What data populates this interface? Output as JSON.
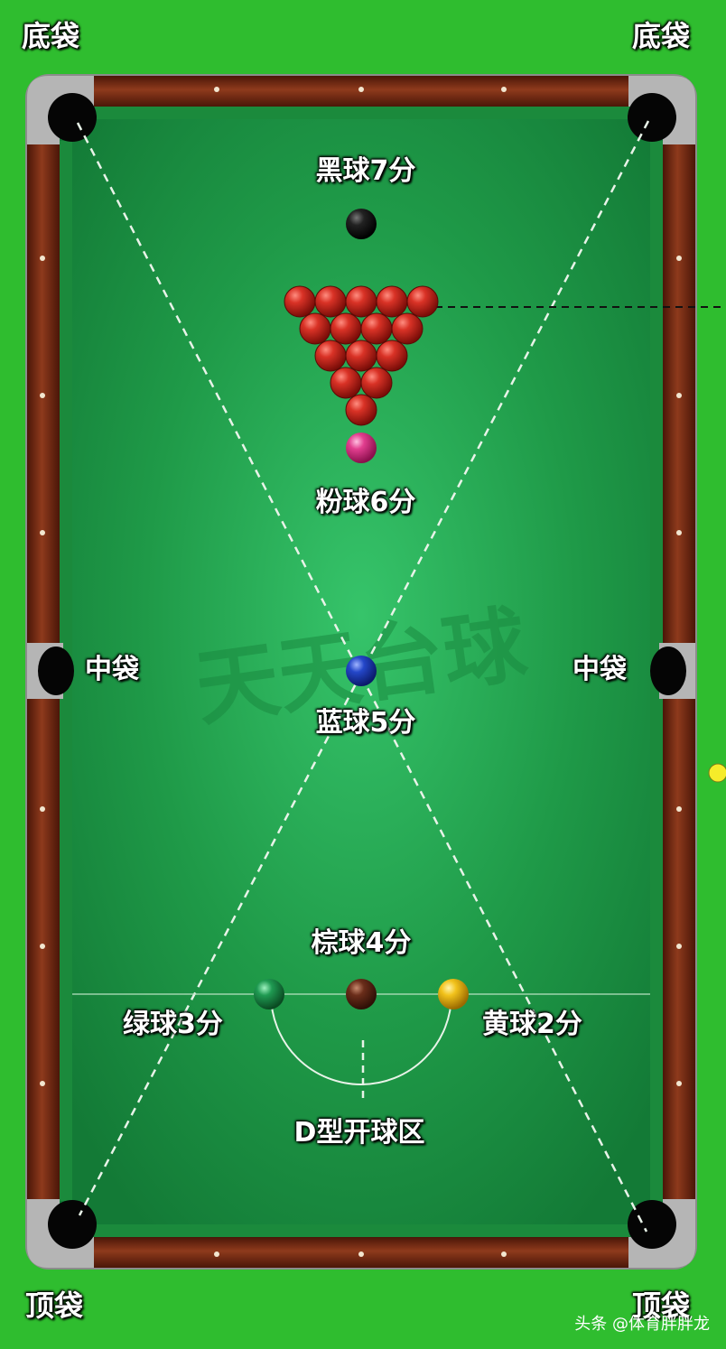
{
  "pockets": {
    "top_left": "底袋",
    "top_right": "底袋",
    "middle_left": "中袋",
    "middle_right": "中袋",
    "bottom_left": "顶袋",
    "bottom_right": "顶袋"
  },
  "balls": {
    "black": "黑球7分",
    "pink": "粉球6分",
    "blue": "蓝球5分",
    "brown": "棕球4分",
    "green": "绿球3分",
    "yellow": "黄球2分"
  },
  "d_zone": "D型开球区",
  "watermark": "天天台球",
  "credit": "头条 @体育胖胖龙",
  "colors": {
    "background": "#2fbd2f",
    "cloth": "#23a04a",
    "rail_wood": "#7a2a14",
    "red_ball": "#d0241c",
    "black_ball": "#111111",
    "pink_ball": "#e23e8f",
    "blue_ball": "#1d3fbf",
    "brown_ball": "#6a2d1a",
    "green_ball": "#1f9a52",
    "yellow_ball": "#f2c21b"
  }
}
